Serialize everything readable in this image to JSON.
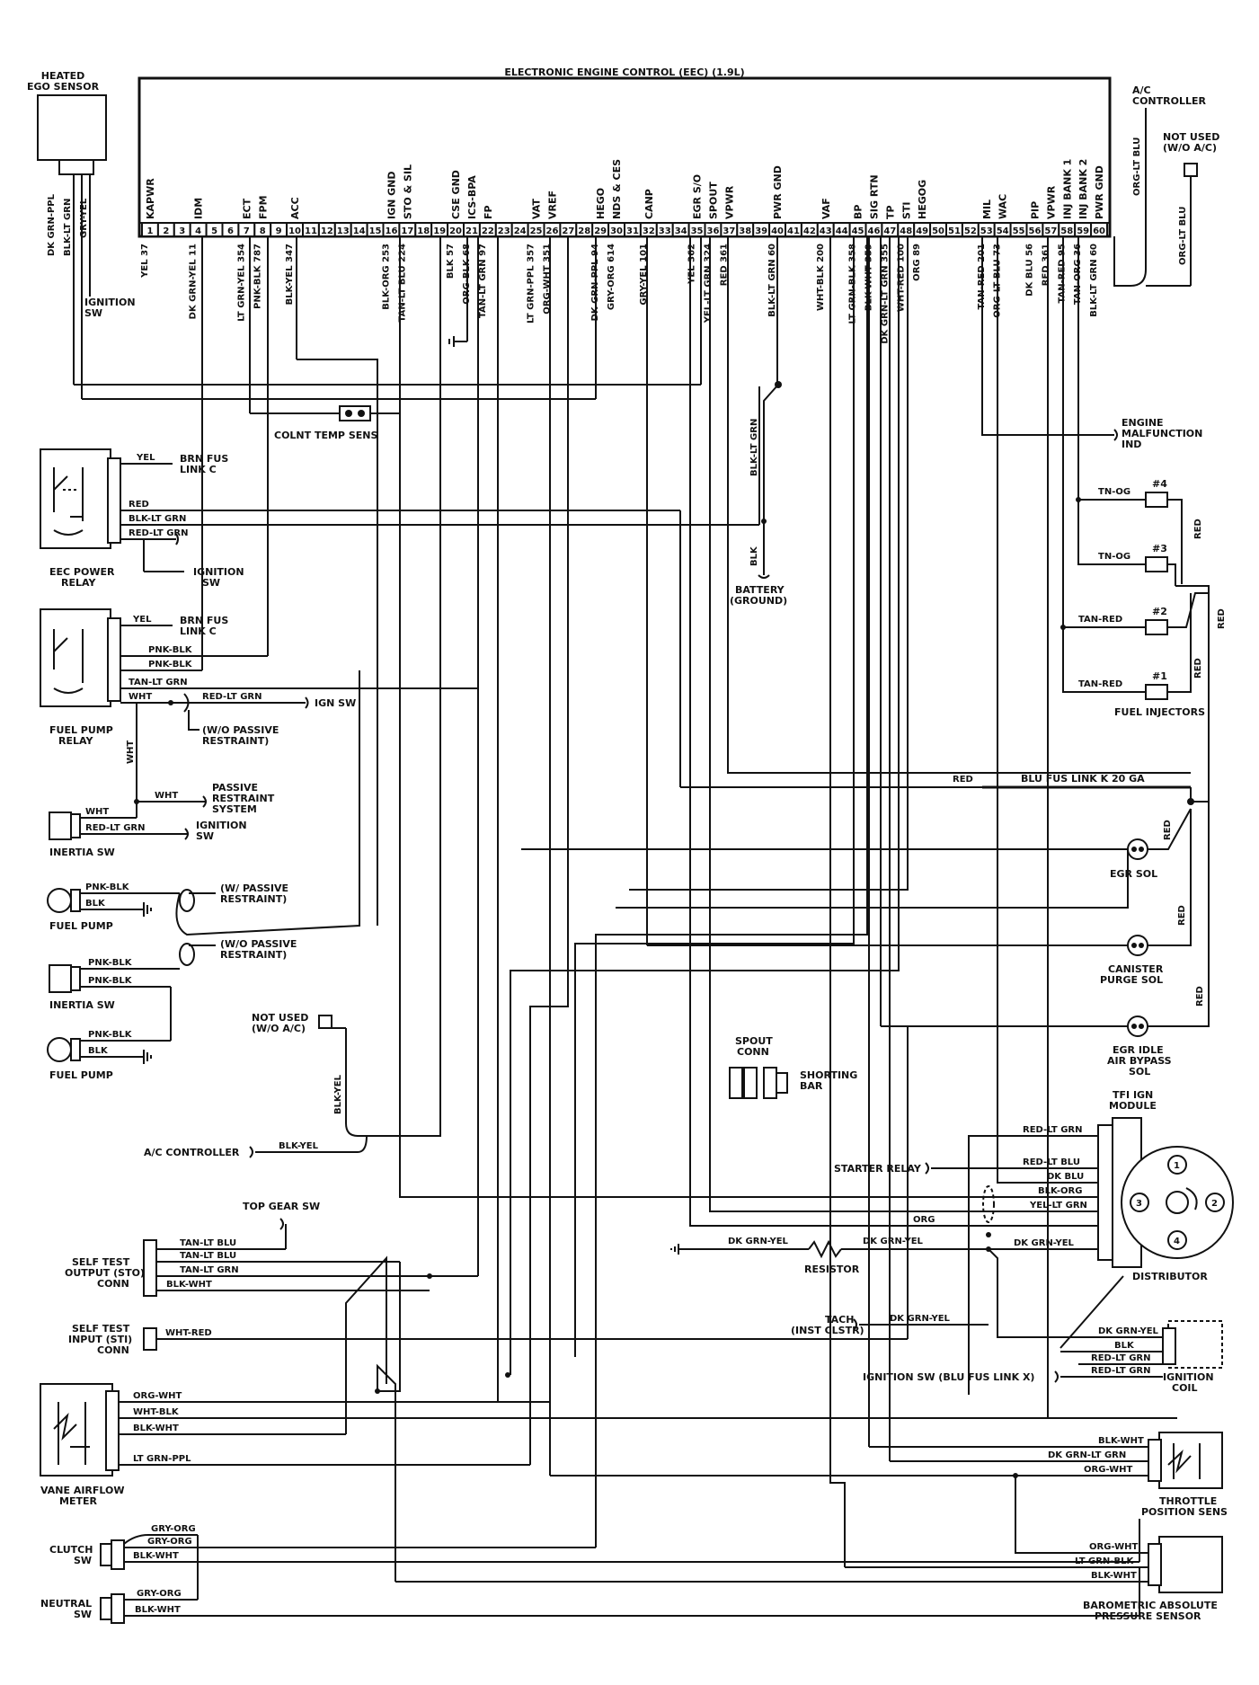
{
  "ecu": {
    "title": "ELECTRONIC ENGINE CONTROL (EEC) (1.9L)",
    "pins": [
      "1",
      "2",
      "3",
      "4",
      "5",
      "6",
      "7",
      "8",
      "9",
      "10",
      "11",
      "12",
      "13",
      "14",
      "15",
      "16",
      "17",
      "18",
      "19",
      "20",
      "21",
      "22",
      "23",
      "24",
      "25",
      "26",
      "27",
      "28",
      "29",
      "30",
      "31",
      "32",
      "33",
      "34",
      "35",
      "36",
      "37",
      "38",
      "39",
      "40",
      "41",
      "42",
      "43",
      "44",
      "45",
      "46",
      "47",
      "48",
      "49",
      "50",
      "51",
      "52",
      "53",
      "54",
      "55",
      "56",
      "57",
      "58",
      "59",
      "60"
    ],
    "pin_labels": [
      {
        "pin": 1,
        "lines": [
          "KAPWR"
        ]
      },
      {
        "pin": 4,
        "lines": [
          "IDM"
        ]
      },
      {
        "pin": 7,
        "lines": [
          "ECT"
        ]
      },
      {
        "pin": 8,
        "lines": [
          "FPM"
        ]
      },
      {
        "pin": 10,
        "lines": [
          "ACC"
        ]
      },
      {
        "pin": 16,
        "lines": [
          "IGN GND"
        ]
      },
      {
        "pin": 17,
        "lines": [
          "STO & SIL"
        ]
      },
      {
        "pin": 20,
        "lines": [
          "CSE GND"
        ]
      },
      {
        "pin": 21,
        "lines": [
          "ICS-BPA"
        ]
      },
      {
        "pin": 22,
        "lines": [
          "FP"
        ]
      },
      {
        "pin": 25,
        "lines": [
          "VAT"
        ]
      },
      {
        "pin": 26,
        "lines": [
          "VREF"
        ]
      },
      {
        "pin": 29,
        "lines": [
          "HEGO"
        ]
      },
      {
        "pin": 30,
        "lines": [
          "NDS & CES"
        ]
      },
      {
        "pin": 32,
        "lines": [
          "CANP"
        ]
      },
      {
        "pin": 35,
        "lines": [
          "EGR S/O"
        ]
      },
      {
        "pin": 36,
        "lines": [
          "SPOUT"
        ]
      },
      {
        "pin": 37,
        "lines": [
          "VPWR"
        ]
      },
      {
        "pin": 40,
        "lines": [
          "PWR GND"
        ]
      },
      {
        "pin": 43,
        "lines": [
          "VAF"
        ]
      },
      {
        "pin": 45,
        "lines": [
          "BP"
        ]
      },
      {
        "pin": 46,
        "lines": [
          "SIG RTN"
        ]
      },
      {
        "pin": 47,
        "lines": [
          "TP"
        ]
      },
      {
        "pin": 48,
        "lines": [
          "STI"
        ]
      },
      {
        "pin": 49,
        "lines": [
          "HEGOG"
        ]
      },
      {
        "pin": 53,
        "lines": [
          "MIL"
        ]
      },
      {
        "pin": 54,
        "lines": [
          "WAC"
        ]
      },
      {
        "pin": 56,
        "lines": [
          "PIP"
        ]
      },
      {
        "pin": 57,
        "lines": [
          "VPWR"
        ]
      },
      {
        "pin": 58,
        "lines": [
          "INJ BANK 1"
        ]
      },
      {
        "pin": 59,
        "lines": [
          "INJ BANK 2"
        ]
      },
      {
        "pin": 60,
        "lines": [
          "PWR GND"
        ]
      }
    ],
    "wire_labels": [
      {
        "pin": 1,
        "text": "YEL 37"
      },
      {
        "pin": 4,
        "text": "DK GRN-YEL 11"
      },
      {
        "pin": 7,
        "text": "LT GRN-YEL 354"
      },
      {
        "pin": 8,
        "text": "PNK-BLK 787"
      },
      {
        "pin": 10,
        "text": "BLK-YEL 347"
      },
      {
        "pin": 16,
        "text": "BLK-ORG 253"
      },
      {
        "pin": 17,
        "text": "TAN-LT BLU 224"
      },
      {
        "pin": 20,
        "text": "BLK 57"
      },
      {
        "pin": 21,
        "text": "ORG-BLK 68"
      },
      {
        "pin": 22,
        "text": "TAN-LT GRN 97"
      },
      {
        "pin": 25,
        "text": "LT GRN-PPL 357"
      },
      {
        "pin": 26,
        "text": "ORG-WHT 351"
      },
      {
        "pin": 29,
        "text": "DK GRN-PPL 94"
      },
      {
        "pin": 30,
        "text": "GRY-ORG 614"
      },
      {
        "pin": 32,
        "text": "GRY-YEL 101"
      },
      {
        "pin": 35,
        "text": "YEL 362"
      },
      {
        "pin": 36,
        "text": "YEL-LT GRN 324"
      },
      {
        "pin": 37,
        "text": "RED 361"
      },
      {
        "pin": 40,
        "text": "BLK-LT GRN 60"
      },
      {
        "pin": 43,
        "text": "WHT-BLK 200"
      },
      {
        "pin": 45,
        "text": "LT GRN-BLK 358"
      },
      {
        "pin": 46,
        "text": "BLK-WHT 359"
      },
      {
        "pin": 47,
        "text": "DK GRN-LT GRN 355"
      },
      {
        "pin": 48,
        "text": "WHT-RED 100"
      },
      {
        "pin": 49,
        "text": "ORG 89"
      },
      {
        "pin": 53,
        "text": "TAN-RED 201"
      },
      {
        "pin": 54,
        "text": "ORG-LT BLU 73"
      },
      {
        "pin": 56,
        "text": "DK BLU 56"
      },
      {
        "pin": 57,
        "text": "RED 361"
      },
      {
        "pin": 58,
        "text": "TAN-RED 95"
      },
      {
        "pin": 59,
        "text": "TAN-ORG 36"
      },
      {
        "pin": 60,
        "text": "BLK-LT GRN 60"
      }
    ]
  },
  "ego": {
    "title_lines": [
      "HEATED",
      "EGO SENSOR"
    ],
    "wires": [
      "DK GRN-PPL",
      "BLK-LT GRN",
      "GRY-YEL"
    ],
    "ign_lines": [
      "IGNITION",
      "SW"
    ]
  },
  "ac_ctrl": {
    "lines": [
      "A/C",
      "CONTROLLER"
    ],
    "wire": "ORG-LT BLU",
    "notused_lines": [
      "NOT USED",
      "(W/O A/C)"
    ],
    "notused_wire": "ORG-LT BLU"
  },
  "coolant": {
    "label": "COLNT TEMP SENS"
  },
  "eec_relay": {
    "lines": [
      "EEC POWER",
      "RELAY"
    ],
    "wires": [
      "YEL",
      "RED",
      "BLK-LT GRN",
      "RED-LT GRN"
    ],
    "fuse_lines": [
      "BRN FUS",
      "LINK C"
    ],
    "ign_lines": [
      "IGNITION",
      "SW"
    ]
  },
  "fp_relay": {
    "lines": [
      "FUEL PUMP",
      "RELAY"
    ],
    "wires": [
      "YEL",
      "PNK-BLK",
      "PNK-BLK",
      "TAN-LT GRN",
      "WHT",
      "RED-LT GRN"
    ],
    "fuse_lines": [
      "BRN FUS",
      "LINK C"
    ],
    "ign_sw": "IGN SW",
    "wo_passive_lines": [
      "(W/O PASSIVE",
      "RESTRAINT)"
    ]
  },
  "passive": {
    "wire": "WHT",
    "vert_wire": "WHT",
    "lines": [
      "PASSIVE",
      "RESTRAINT",
      "SYSTEM"
    ]
  },
  "inertia1": {
    "label": "INERTIA SW",
    "wires": [
      "WHT",
      "RED-LT GRN"
    ],
    "ign_lines": [
      "IGNITION",
      "SW"
    ]
  },
  "fuelpump1": {
    "label": "FUEL PUMP",
    "wires": [
      "PNK-BLK",
      "BLK"
    ],
    "note_lines": [
      "(W/ PASSIVE",
      "RESTRAINT)"
    ]
  },
  "inertia2": {
    "label": "INERTIA SW",
    "wires": [
      "PNK-BLK",
      "PNK-BLK"
    ],
    "note_lines": [
      "(W/O PASSIVE",
      "RESTRAINT)"
    ]
  },
  "fuelpump2": {
    "label": "FUEL PUMP",
    "wires": [
      "PNK-BLK",
      "BLK"
    ]
  },
  "ac_lower": {
    "notused_lines": [
      "NOT USED",
      "(W/O A/C)"
    ],
    "wire_v": "BLK-YEL",
    "label": "A/C CONTROLLER",
    "wire": "BLK-YEL"
  },
  "top_gear": {
    "label": "TOP GEAR SW"
  },
  "sto": {
    "lines": [
      "SELF TEST",
      "OUTPUT (STO)",
      "CONN"
    ],
    "wires": [
      "TAN-LT BLU",
      "TAN-LT BLU",
      "TAN-LT GRN",
      "BLK-WHT"
    ]
  },
  "sti": {
    "lines": [
      "SELF TEST",
      "INPUT (STI)",
      "CONN"
    ],
    "wire": "WHT-RED"
  },
  "vaf": {
    "lines": [
      "VANE AIRFLOW",
      "METER"
    ],
    "wires": [
      "ORG-WHT",
      "WHT-BLK",
      "BLK-WHT",
      "LT GRN-PPL"
    ]
  },
  "clutch": {
    "lines": [
      "CLUTCH",
      "SW"
    ],
    "wires": [
      "GRY-ORG",
      "GRY-ORG",
      "BLK-WHT"
    ]
  },
  "neutral": {
    "lines": [
      "NEUTRAL",
      "SW"
    ],
    "wires": [
      "GRY-ORG",
      "BLK-WHT"
    ]
  },
  "battery": {
    "wire_v": "BLK-LT GRN",
    "wire_blk": "BLK",
    "lines": [
      "BATTERY",
      "(GROUND)"
    ]
  },
  "mil": {
    "lines": [
      "ENGINE",
      "MALFUNCTION",
      "IND"
    ]
  },
  "injectors": {
    "label": "FUEL INJECTORS",
    "items": [
      {
        "num": "#4",
        "wire": "TN-OG"
      },
      {
        "num": "#3",
        "wire": "TN-OG"
      },
      {
        "num": "#2",
        "wire": "TAN-RED"
      },
      {
        "num": "#1",
        "wire": "TAN-RED"
      }
    ],
    "red_labels": [
      "RED",
      "RED",
      "RED"
    ]
  },
  "blu_fus": {
    "red": "RED",
    "label": "BLU FUS LINK K 20 GA"
  },
  "egr_sol": {
    "label": "EGR SOL",
    "wire": "RED"
  },
  "canister": {
    "lines": [
      "CANISTER",
      "PURGE SOL"
    ],
    "wire": "RED"
  },
  "egr_idle": {
    "lines": [
      "EGR IDLE",
      "AIR BYPASS",
      "SOL"
    ],
    "wire": "RED"
  },
  "spout": {
    "lines": [
      "SPOUT",
      "CONN"
    ],
    "bar_lines": [
      "SHORTING",
      "BAR"
    ]
  },
  "tfi": {
    "lines": [
      "TFI IGN",
      "MODULE"
    ],
    "wires": [
      "RED-LT GRN",
      "RED-LT BLU",
      "DK BLU",
      "BLK-ORG",
      "YEL-LT GRN",
      "ORG",
      "DK GRN-YEL"
    ],
    "starter": "STARTER RELAY",
    "dist_label": "DISTRIBUTOR",
    "terminals": [
      "1",
      "2",
      "3",
      "4"
    ]
  },
  "resistor": {
    "label": "RESISTOR",
    "wire_left": "DK GRN-YEL",
    "wire_right": "DK GRN-YEL"
  },
  "tach": {
    "lines": [
      "TACH",
      "(INST CLSTR)"
    ],
    "wire": "DK GRN-YEL"
  },
  "coil": {
    "lines": [
      "IGNITION",
      "COIL"
    ],
    "wires": [
      "DK GRN-YEL",
      "BLK",
      "RED-LT GRN",
      "RED-LT GRN"
    ],
    "ign_label": "IGNITION SW (BLU FUS LINK X)"
  },
  "tps": {
    "lines": [
      "THROTTLE",
      "POSITION SENS"
    ],
    "wires": [
      "BLK-WHT",
      "DK GRN-LT GRN",
      "ORG-WHT"
    ]
  },
  "bap": {
    "lines": [
      "BAROMETRIC ABSOLUTE",
      "PRESSURE SENSOR"
    ],
    "wires": [
      "ORG-WHT",
      "LT GRN-BLK",
      "BLK-WHT"
    ]
  }
}
